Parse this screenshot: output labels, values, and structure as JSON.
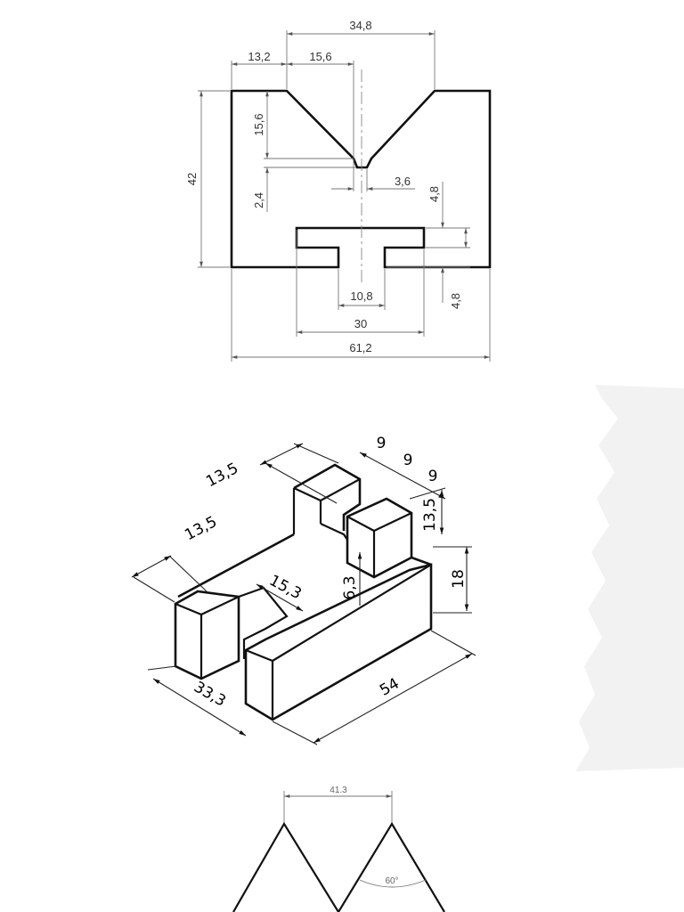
{
  "front_view": {
    "dims": {
      "overall_top": "34,8",
      "left_offset": "13,2",
      "v_half": "15,6",
      "height": "42",
      "v_depth": "15,6",
      "lower_offset": "2,4",
      "v_bottom": "3,6",
      "slot_upper": "4,8",
      "slot_lower": "4,8",
      "slot_neck": "10,8",
      "slot_width": "30",
      "overall_width": "61,2"
    }
  },
  "iso_view": {
    "dims": {
      "depth_top": "13,5",
      "depth_left": "13,5",
      "notch_a": "9",
      "notch_b": "9",
      "notch_c": "9",
      "block_height": "13,5",
      "height_right": "18",
      "step": "6,3",
      "slot": "15,3",
      "width": "33,3",
      "length": "54"
    }
  },
  "thread_view": {
    "pitch": "41.3",
    "angle": "60°"
  }
}
